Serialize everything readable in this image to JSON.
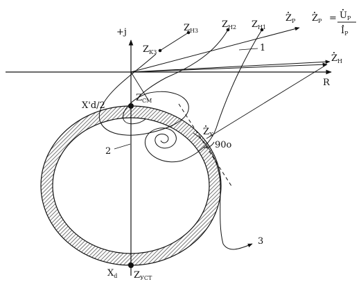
{
  "axes": {
    "y_label": "+j",
    "x_label": "R"
  },
  "points": {
    "z_kz": {
      "main": "Z",
      "sub": "КЗ"
    },
    "z_n3": {
      "main": "Z",
      "sub": "Н3"
    },
    "z_n2": {
      "main": "Z",
      "sub": "Н2"
    },
    "z_n1": {
      "main": "Z",
      "sub": "Н1"
    },
    "z_cm": {
      "main": "Z",
      "sub": "СМ"
    },
    "z_x": {
      "main": "Z",
      "sub": "X"
    },
    "z_ust": {
      "main": "Z",
      "sub": "УСТ"
    },
    "z_n": {
      "main": "Z",
      "sub": "Н"
    },
    "z_p": {
      "main": "Z",
      "sub": "Р"
    }
  },
  "formula": {
    "lhs_main": "Z",
    "lhs_sub": "Р",
    "equals": "=",
    "num_main": "U",
    "num_sub": "Р",
    "den_main": "I",
    "den_sub": "Р"
  },
  "labels": {
    "xd_half": "X'd/2",
    "xd": "Xd",
    "xd_main": "X",
    "xd_sub": "d",
    "angle": "90o",
    "curve1": "1",
    "curve2": "2",
    "curve3": "3"
  },
  "colors": {
    "ink": "#111111",
    "hatch": "#555555",
    "background": "#ffffff"
  }
}
